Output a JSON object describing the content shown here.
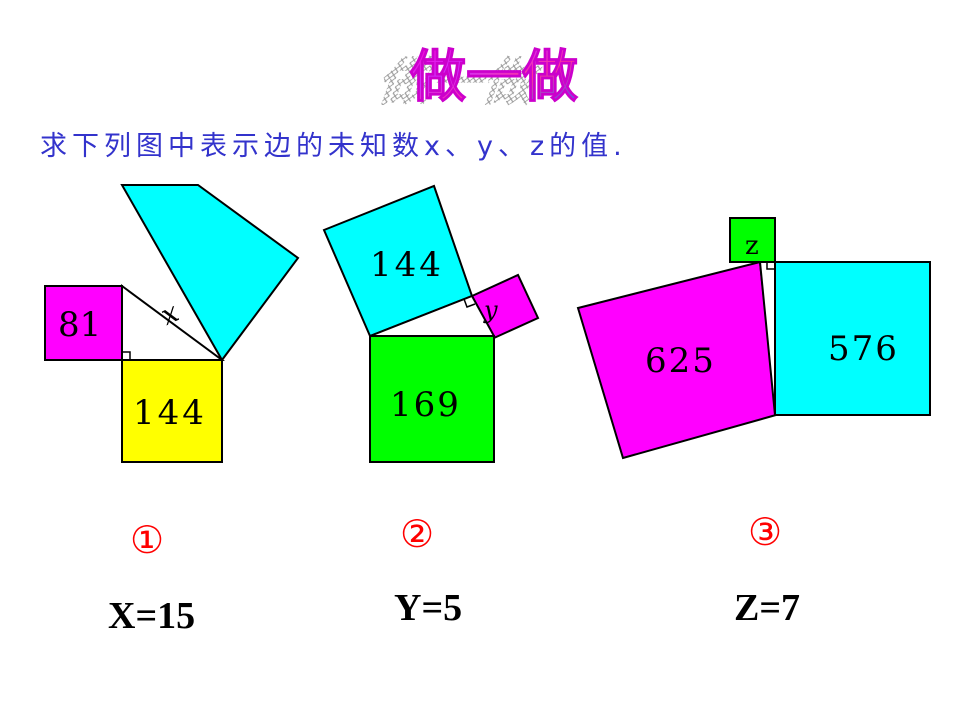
{
  "title": "做一做",
  "instruction": "求下列图中表示边的未知数x、y、z的值.",
  "colors": {
    "magenta": "#ff00ff",
    "cyan": "#00ffff",
    "yellow": "#ffff00",
    "green": "#00ff00",
    "instruction_text": "#3333cc",
    "circled_number": "#ff0000"
  },
  "figures": [
    {
      "number": "①",
      "answer": "X=15",
      "squares": [
        "81",
        "144"
      ],
      "unknown": "x"
    },
    {
      "number": "②",
      "answer": "Y=5",
      "squares": [
        "144",
        "169"
      ],
      "unknown": "y"
    },
    {
      "number": "③",
      "answer": "Z=7",
      "squares": [
        "625",
        "576"
      ],
      "unknown": "z"
    }
  ]
}
